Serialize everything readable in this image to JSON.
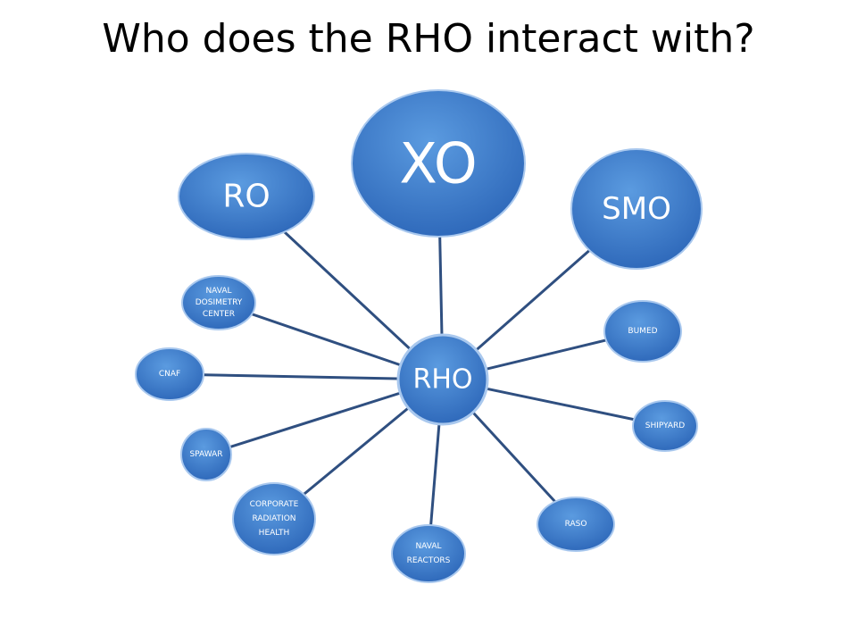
{
  "title": "Who does the RHO interact with?",
  "colors": {
    "node_fill_light": "#5b9be0",
    "node_fill_dark": "#2c66b8",
    "node_stroke": "#a9c8ee",
    "connector": "#2f4f80",
    "title_text": "#000000",
    "node_text": "#ffffff"
  },
  "diagram": {
    "hub": {
      "id": "rho",
      "lines": [
        "RHO"
      ]
    },
    "nodes": [
      {
        "id": "xo",
        "lines": [
          "XO"
        ]
      },
      {
        "id": "ro",
        "lines": [
          "RO"
        ]
      },
      {
        "id": "smo",
        "lines": [
          "SMO"
        ]
      },
      {
        "id": "naval-dosimetry-center",
        "lines": [
          "NAVAL",
          "DOSIMETRY",
          "CENTER"
        ]
      },
      {
        "id": "bumed",
        "lines": [
          "BUMED"
        ]
      },
      {
        "id": "cnaf",
        "lines": [
          "CNAF"
        ]
      },
      {
        "id": "shipyard",
        "lines": [
          "SHIPYARD"
        ]
      },
      {
        "id": "spawar",
        "lines": [
          "SPAWAR"
        ]
      },
      {
        "id": "corporate-radiation-health",
        "lines": [
          "CORPORATE",
          "RADIATION",
          "HEALTH"
        ]
      },
      {
        "id": "raso",
        "lines": [
          "RASO"
        ]
      },
      {
        "id": "naval-reactors",
        "lines": [
          "NAVAL",
          "REACTORS"
        ]
      }
    ]
  }
}
